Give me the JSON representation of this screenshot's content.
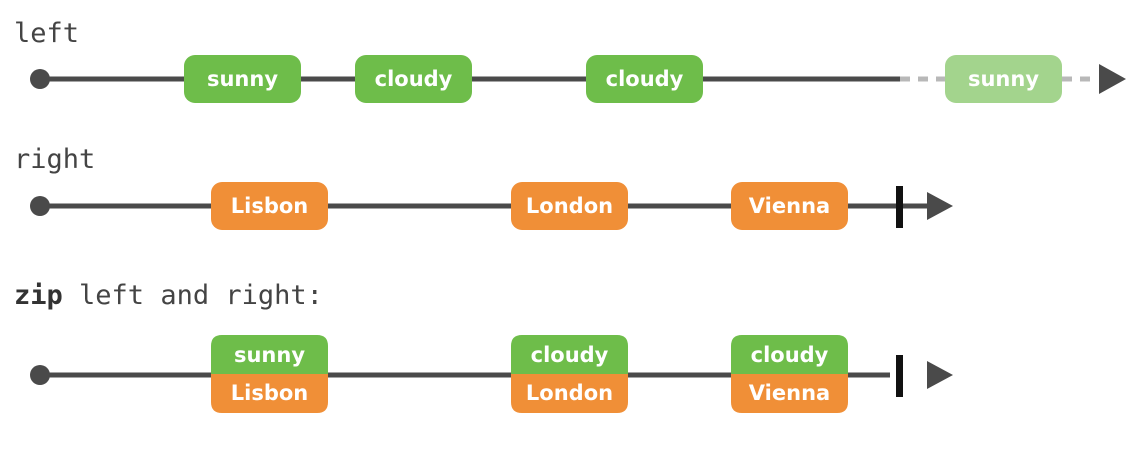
{
  "colors": {
    "line": "#4a4a4a",
    "green": "#6ebd4a",
    "green_faded": "#a3d48d",
    "orange": "#f08f37",
    "dashed": "#b8b8b8"
  },
  "left_label": "left",
  "right_label": "right",
  "zip_label": {
    "keyword": "zip",
    "rest": " left and right:"
  },
  "left_stream": {
    "items": [
      "sunny",
      "cloudy",
      "cloudy",
      "sunny"
    ],
    "faded_last": true,
    "terminated": false
  },
  "right_stream": {
    "items": [
      "Lisbon",
      "London",
      "Vienna"
    ],
    "terminated": true
  },
  "zip_stream": {
    "items": [
      {
        "top": "sunny",
        "bottom": "Lisbon"
      },
      {
        "top": "cloudy",
        "bottom": "London"
      },
      {
        "top": "cloudy",
        "bottom": "Vienna"
      }
    ],
    "terminated": true
  },
  "icons": [
    "start-dot-icon",
    "arrow-head-icon",
    "completion-bar-icon"
  ]
}
